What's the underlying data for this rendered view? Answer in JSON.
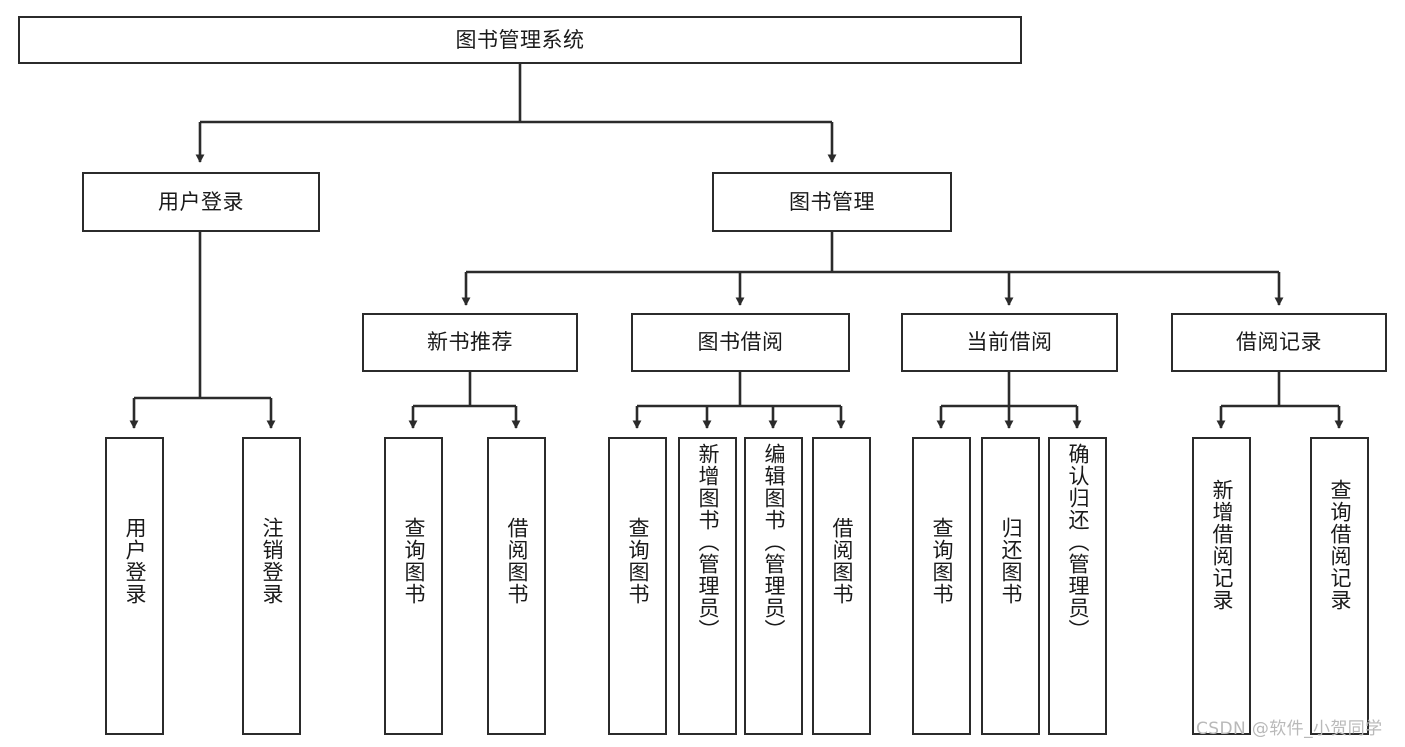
{
  "diagram": {
    "title": "图书管理系统",
    "type": "tree",
    "stroke_color": "#2b2b2b",
    "background_color": "#ffffff",
    "text_color": "#1a1a1a"
  },
  "nodes": {
    "root": {
      "label": "图书管理系统",
      "level": 1
    },
    "level2": [
      {
        "id": "user-login",
        "label": "用户登录"
      },
      {
        "id": "book-manage",
        "label": "图书管理"
      }
    ],
    "level3": [
      {
        "id": "new-book-recommend",
        "label": "新书推荐"
      },
      {
        "id": "book-borrow",
        "label": "图书借阅"
      },
      {
        "id": "current-borrow",
        "label": "当前借阅"
      },
      {
        "id": "borrow-record",
        "label": "借阅记录"
      }
    ],
    "leaves": {
      "user-login": [
        {
          "id": "leaf-user-login",
          "label": "用户登录"
        },
        {
          "id": "leaf-user-logout",
          "label": "注销登录"
        }
      ],
      "new-book-recommend": [
        {
          "id": "leaf-query-book-1",
          "label": "查询图书"
        },
        {
          "id": "leaf-borrow-book-1",
          "label": "借阅图书"
        }
      ],
      "book-borrow": [
        {
          "id": "leaf-query-book-2",
          "label": "查询图书"
        },
        {
          "id": "leaf-add-book-admin",
          "label": "新增图书（管理员）"
        },
        {
          "id": "leaf-edit-book-admin",
          "label": "编辑图书（管理员）"
        },
        {
          "id": "leaf-borrow-book-2",
          "label": "借阅图书"
        }
      ],
      "current-borrow": [
        {
          "id": "leaf-query-book-3",
          "label": "查询图书"
        },
        {
          "id": "leaf-return-book",
          "label": "归还图书"
        },
        {
          "id": "leaf-confirm-return-admin",
          "label": "确认归还（管理员）"
        }
      ],
      "borrow-record": [
        {
          "id": "leaf-add-borrow-record",
          "label": "新增借阅记录"
        },
        {
          "id": "leaf-query-borrow-record",
          "label": "查询借阅记录"
        }
      ]
    }
  },
  "watermark": {
    "text": "CSDN @软件_小贺同学"
  }
}
